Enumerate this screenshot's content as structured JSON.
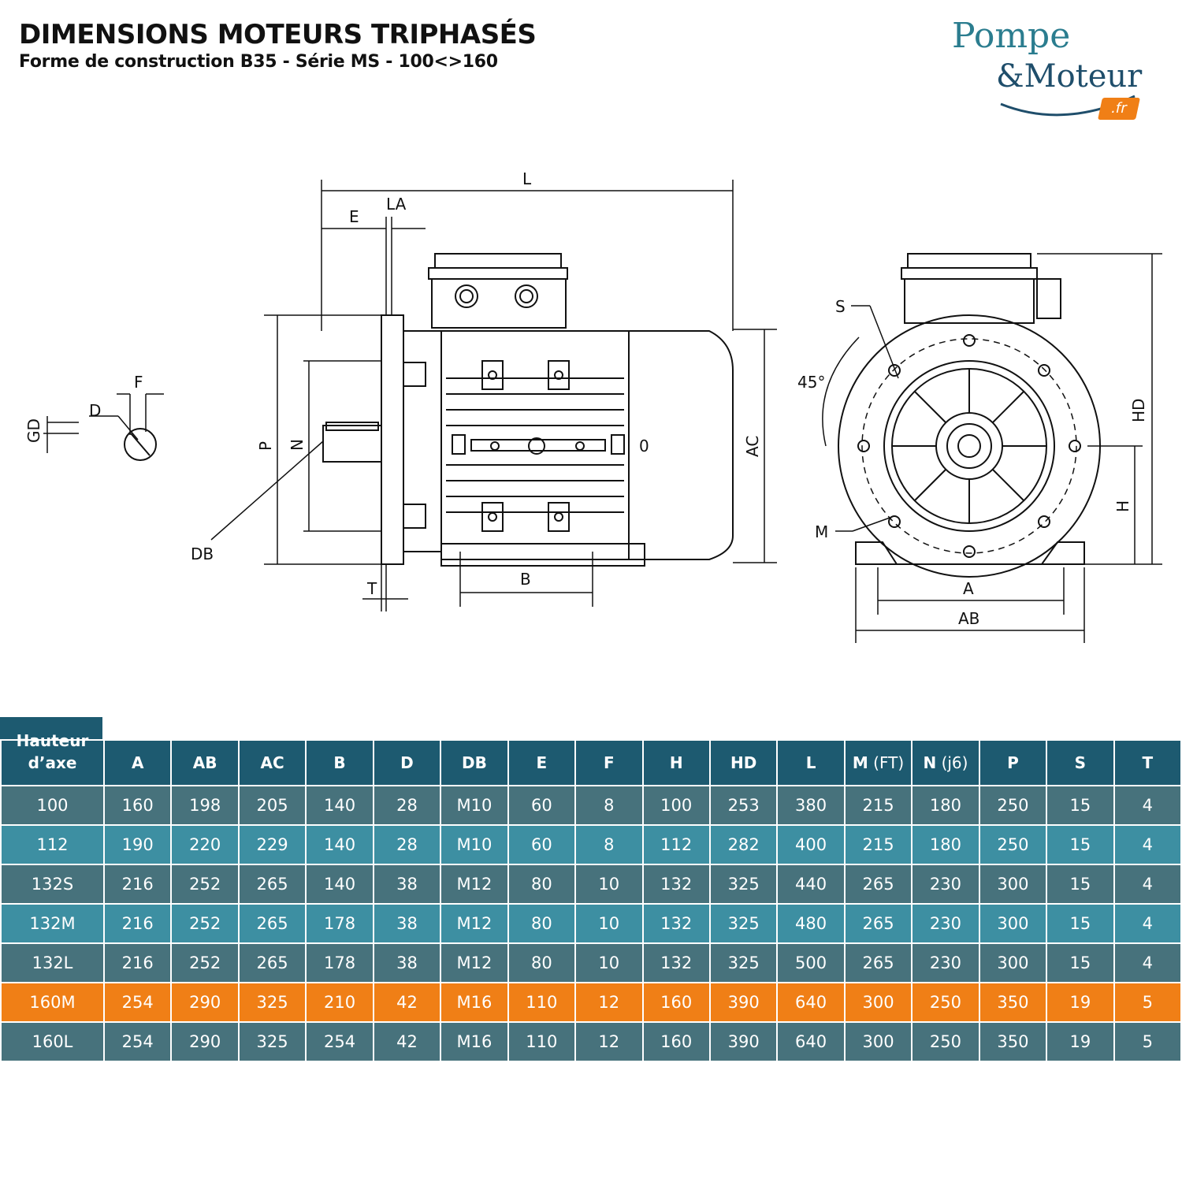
{
  "header": {
    "title": "DIMENSIONS MOTEURS TRIPHASÉS",
    "subtitle": "Forme de construction B35 - Série MS - 100<>160"
  },
  "logo": {
    "line1": "Pompe",
    "line2": "&Moteur",
    "suffix": ".fr",
    "colors": {
      "primary": "#2b7d8f",
      "secondary": "#1f4e6b",
      "accent": "#f07f16"
    }
  },
  "diagram": {
    "labels": {
      "L": "L",
      "E": "E",
      "LA": "LA",
      "F": "F",
      "D": "D",
      "GD": "GD",
      "P": "P",
      "N": "N",
      "DB": "DB",
      "T": "T",
      "B": "B",
      "AC": "AC",
      "zero": "0",
      "S": "S",
      "angle": "45°",
      "M": "M",
      "HD": "HD",
      "H": "H",
      "A": "A",
      "AB": "AB"
    }
  },
  "table": {
    "first_header_line1": "Hauteur",
    "first_header_line2": "d’axe",
    "columns": [
      {
        "main": "A",
        "sub": ""
      },
      {
        "main": "AB",
        "sub": ""
      },
      {
        "main": "AC",
        "sub": ""
      },
      {
        "main": "B",
        "sub": ""
      },
      {
        "main": "D",
        "sub": ""
      },
      {
        "main": "DB",
        "sub": ""
      },
      {
        "main": "E",
        "sub": ""
      },
      {
        "main": "F",
        "sub": ""
      },
      {
        "main": "H",
        "sub": ""
      },
      {
        "main": "HD",
        "sub": ""
      },
      {
        "main": "L",
        "sub": ""
      },
      {
        "main": "M",
        "sub": " (FT)"
      },
      {
        "main": "N",
        "sub": " (j6)"
      },
      {
        "main": "P",
        "sub": ""
      },
      {
        "main": "S",
        "sub": ""
      },
      {
        "main": "T",
        "sub": ""
      }
    ],
    "rows": [
      [
        "100",
        "160",
        "198",
        "205",
        "140",
        "28",
        "M10",
        "60",
        "8",
        "100",
        "253",
        "380",
        "215",
        "180",
        "250",
        "15",
        "4"
      ],
      [
        "112",
        "190",
        "220",
        "229",
        "140",
        "28",
        "M10",
        "60",
        "8",
        "112",
        "282",
        "400",
        "215",
        "180",
        "250",
        "15",
        "4"
      ],
      [
        "132S",
        "216",
        "252",
        "265",
        "140",
        "38",
        "M12",
        "80",
        "10",
        "132",
        "325",
        "440",
        "265",
        "230",
        "300",
        "15",
        "4"
      ],
      [
        "132M",
        "216",
        "252",
        "265",
        "178",
        "38",
        "M12",
        "80",
        "10",
        "132",
        "325",
        "480",
        "265",
        "230",
        "300",
        "15",
        "4"
      ],
      [
        "132L",
        "216",
        "252",
        "265",
        "178",
        "38",
        "M12",
        "80",
        "10",
        "132",
        "325",
        "500",
        "265",
        "230",
        "300",
        "15",
        "4"
      ],
      [
        "160M",
        "254",
        "290",
        "325",
        "210",
        "42",
        "M16",
        "110",
        "12",
        "160",
        "390",
        "640",
        "300",
        "250",
        "350",
        "19",
        "5"
      ],
      [
        "160L",
        "254",
        "290",
        "325",
        "254",
        "42",
        "M16",
        "110",
        "12",
        "160",
        "390",
        "640",
        "300",
        "250",
        "350",
        "19",
        "5"
      ]
    ],
    "highlighted_row": "160M",
    "colors": {
      "header": "#1d5a70",
      "row_dark": "#47727c",
      "row_light": "#3d8fa2",
      "highlight": "#f07f16"
    }
  }
}
